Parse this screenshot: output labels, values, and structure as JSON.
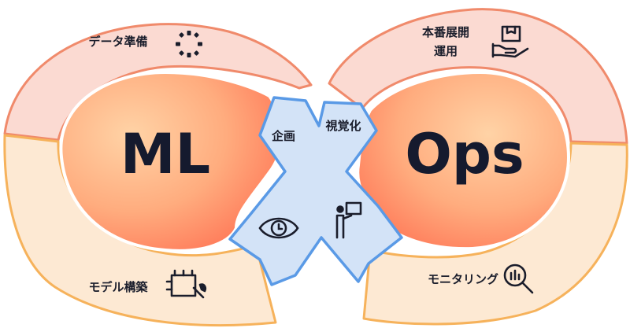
{
  "center": {
    "ml": "ML",
    "ops": "Ops"
  },
  "stages": {
    "data_prep": "データ準備",
    "model_build": "モデル構築",
    "deploy_line1": "本番展開",
    "deploy_line2": "運用",
    "monitoring": "モニタリング",
    "planning": "企画",
    "visualization": "視覚化"
  },
  "icons": {
    "data_prep": "loading-dots-icon",
    "model_build": "board-wrench-icon",
    "deploy": "hand-box-icon",
    "monitoring": "magnifier-chart-icon",
    "planning": "eye-clock-icon",
    "visualization": "presenter-board-icon"
  },
  "colors": {
    "top_ring_fill": "#fbdad2",
    "top_ring_stroke": "#f08a6b",
    "bottom_ring_fill": "#fde9d3",
    "bottom_ring_stroke": "#f6b25b",
    "ribbon_fill": "#d3e3f7",
    "ribbon_stroke": "#5a9ae6",
    "blob_light": "#ffc79a",
    "blob_dark": "#ff7a57",
    "text_dark": "#1a1d2b"
  }
}
